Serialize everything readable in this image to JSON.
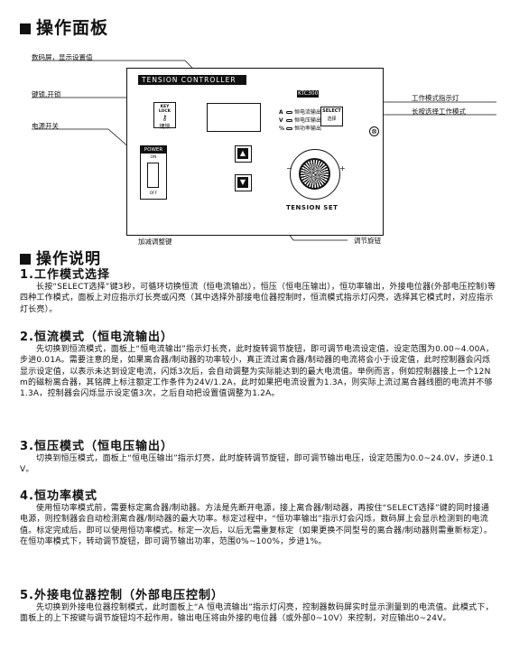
{
  "heading_panel": "操作面板",
  "heading_instructions": "操作说明",
  "panel": {
    "brand": "TENSION CONTROLLER",
    "model": "KTC300",
    "indicators": [
      {
        "key": "A",
        "label": "恒电流输出"
      },
      {
        "key": "V",
        "label": "恒电压输出"
      },
      {
        "key": "%",
        "label": "恒功率输出"
      }
    ],
    "select_label": "SELECT",
    "select_sub": "选择",
    "key_lock_label": "KEY LOCK",
    "key_lock_sub": "键锁",
    "power_label": "POWER",
    "power_on": "ON",
    "power_off": "OFF",
    "knob_label": "TENSION SET",
    "knob_minus": "−",
    "knob_plus": "+",
    "screw_symbol": "⊗"
  },
  "callouts": {
    "display": "数码屏，显示设置值",
    "key_lock": "键锁,开锁",
    "power": "电源开关",
    "mode_indicator": "工作模式指示灯",
    "long_press": "长按选择工作模式",
    "updown": "加减调整键",
    "knob": "调节旋钮"
  },
  "sections": [
    {
      "title": "1.工作模式选择",
      "body": "长按“SELECT选择”键3秒，可循环切换恒流（恒电流输出），恒压（恒电压输出），恒功率输出，外接电位器(外部电压控制)等四种工作模式，面板上对应指示灯长亮或闪亮（其中选择外部接电位器控制时，恒流模式指示灯闪亮，选择其它模式时，对应指示灯长亮）。"
    },
    {
      "title": "2.恒流模式（恒电流输出）",
      "body": "先切换到恒流模式，面板上“恒电流输出”指示灯长亮，此时旋转调节旋钮，即可调节电流设定值，设定范围为0.00~4.00A，步进0.01A。需要注意的是，如果离合器/制动器的功率较小，真正流过离合器/制动器的电流将会小于设定值，此时控制器会闪烁显示设定值，以表示未达到设定电流，闪烁3次后，会自动调整为实际能达到的最大电流值。举例而言，例如控制器接上一个12Nm的磁粉离合器，其铭牌上标注额定工作条件为24V/1.2A，此时如果把电流设置为1.3A，则实际上流过离合器线圈的电流并不够1.3A，控制器会闪烁显示设定值3次，之后自动把设置值调整为1.2A。"
    },
    {
      "title": "3.恒压模式（恒电压输出）",
      "body": "切换到恒压模式，面板上“恒电压输出”指示灯亮，此时旋转调节旋钮，即可调节输出电压，设定范围为0.0~24.0V，步进0.1V。"
    },
    {
      "title": "4.恒功率模式",
      "body": "使用恒功率模式前，需要标定离合器/制动器。方法是先断开电源，接上离合器/制动器，再按住“SELECT选择”键的同时接通电源，则控制器会自动检测离合器/制动器的最大功率。标定过程中，“恒功率输出”指示灯会闪烁，数码屏上会显示检测到的电流值。标定完成后，即可以使用恒功率模式。标定一次后，以后无需重复标定（如果更换不同型号的离合器/制动器则需重新标定）。在恒功率模式下，转动调节旋钮，即可调节输出功率，范围0%~100%，步进1%。"
    },
    {
      "title": "5.外接电位器控制（外部电压控制）",
      "body": "先切换到外接电位器控制模式，此时面板上“A 恒电流输出”指示灯闪亮，控制器数码屏实时显示测量到的电流值。此模式下，面板上的上下按键与调节旋钮均不起作用，输出电压将由外接的电位器（或外部0~10V）来控制，对应输出0~24V。"
    }
  ]
}
